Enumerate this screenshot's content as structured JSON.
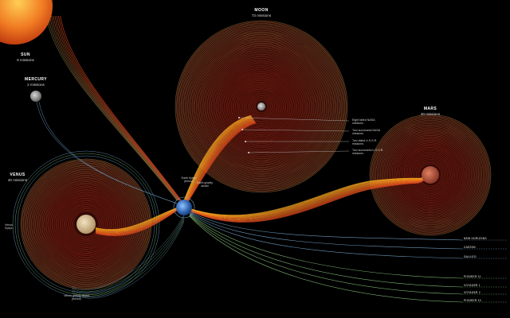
{
  "bodies": {
    "sun": {
      "name": "SUN",
      "missions": "9 missions",
      "color": "#e8541a"
    },
    "mercury": {
      "name": "MERCURY",
      "missions": "2 missions",
      "color": "#9a9a9a"
    },
    "venus": {
      "name": "VENUS",
      "missions": "40 missions",
      "color": "#d8c29a"
    },
    "moon": {
      "name": "MOON",
      "missions": "73 missions",
      "color": "#b0b0b0"
    },
    "mars": {
      "name": "MARS",
      "missions": "40 missions",
      "color": "#c0584a"
    },
    "earth": {
      "color": "#3a6fb8"
    }
  },
  "earth_annotations": {
    "flyby": "Earth flybys (below)",
    "gravity_assist": "Earth gravity assist"
  },
  "venus_annotations": {
    "flyby": "Venus flybys",
    "gravity_assist": "Venus gravity assist (below)"
  },
  "moon_legend": [
    "Eight failed NASA missions",
    "Two successful NASA missions",
    "Two failed U.S.S.R. missions",
    "Two successful U.S.S.R. missions"
  ],
  "trajectories": [
    {
      "label": "NEW HORIZONS",
      "color": "#7fb0d8"
    },
    {
      "label": "CASSINI",
      "color": "#7fb0d8"
    },
    {
      "label": "GALILEO",
      "color": "#7fb0d8"
    },
    {
      "label": "PIONEER 11",
      "color": "#8fd080"
    },
    {
      "label": "VOYAGER 1",
      "color": "#8fd080"
    },
    {
      "label": "VOYAGER 2",
      "color": "#8fd080"
    },
    {
      "label": "PIONEER 10",
      "color": "#8fd080"
    }
  ],
  "colors": {
    "ring_outer": "#7a6a3a",
    "ring_inner": "#9b2a1a",
    "disk_fill": "#3a0a06",
    "stream_hot": "#ffb020",
    "stream_warm": "#e0461e",
    "orbit_blue": "#6fa0c8",
    "orbit_green": "#7cc070"
  }
}
